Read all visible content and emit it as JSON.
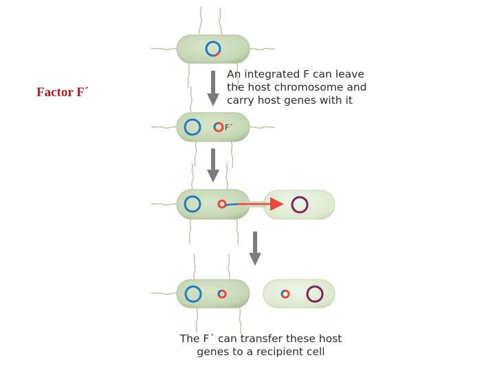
{
  "title": "Factor F´",
  "captions": {
    "top": [
      "An integrated F can leave",
      "the host chromosome and",
      "carry host genes with it"
    ],
    "bottom": [
      "The F´ can transfer these host",
      "genes to a recipient cell"
    ]
  },
  "labels": {
    "f_prime": "F´"
  },
  "colors": {
    "title": "#b01c1c",
    "host_chromosome": "#1f7ac4",
    "f_plasmid": "#e8483e",
    "recipient_chromosome": "#7d1f5c",
    "cell_fill": "#c5d6b4",
    "recipient_cell_fill": "#dde9cf",
    "arrow": "#7c7c7c",
    "flagella": "#b1bb98"
  }
}
